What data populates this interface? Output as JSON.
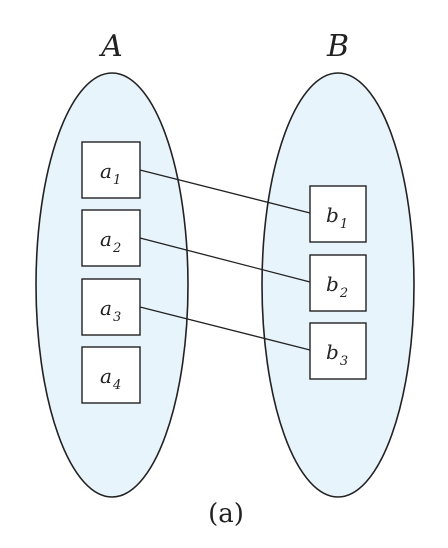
{
  "colors": {
    "set_fill": "#e8f4fb",
    "stroke": "#222222",
    "box_fill": "#ffffff",
    "text": "#222222"
  },
  "set_a": {
    "label": "A",
    "elements": [
      {
        "base": "a",
        "sub": "1"
      },
      {
        "base": "a",
        "sub": "2"
      },
      {
        "base": "a",
        "sub": "3"
      },
      {
        "base": "a",
        "sub": "4"
      }
    ]
  },
  "set_b": {
    "label": "B",
    "elements": [
      {
        "base": "b",
        "sub": "1"
      },
      {
        "base": "b",
        "sub": "2"
      },
      {
        "base": "b",
        "sub": "3"
      }
    ]
  },
  "mapping": [
    {
      "from": "a1",
      "to": "b1"
    },
    {
      "from": "a2",
      "to": "b2"
    },
    {
      "from": "a3",
      "to": "b3"
    }
  ],
  "caption": "(a)"
}
